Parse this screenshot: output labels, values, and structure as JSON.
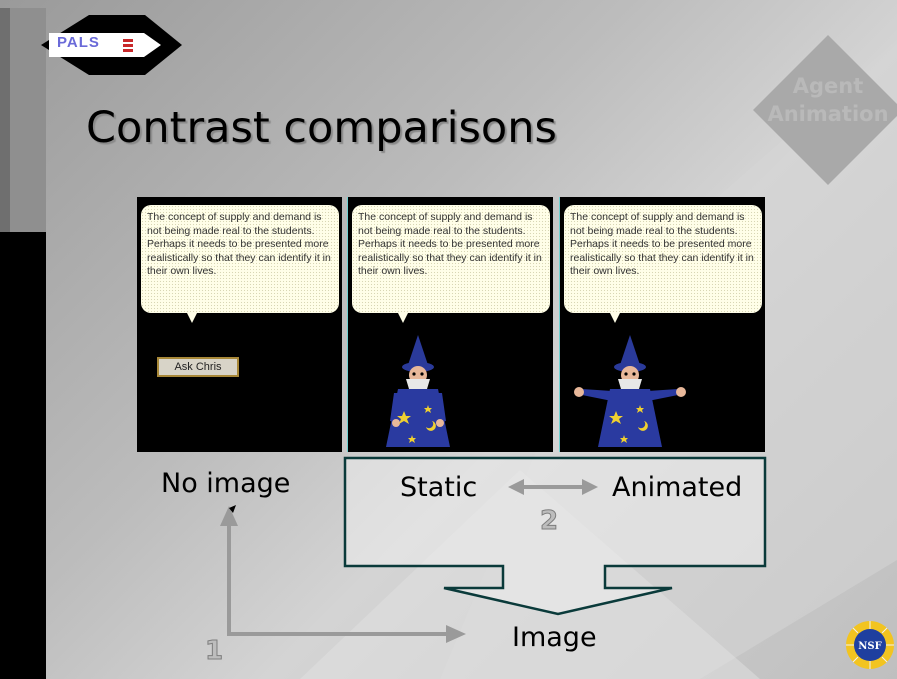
{
  "slide": {
    "title": "Contrast comparisons",
    "logo_text": "PALS",
    "badge_text": "Agent\nAnimation",
    "nsf_text": "NSF"
  },
  "panels": [
    {
      "text": "The concept of supply and demand is not being made real to the students. Perhaps it needs to be presented more realistically so that they can identify it in their own lives.",
      "button": "Ask Chris",
      "label": "No image"
    },
    {
      "text": "The concept of supply and demand is not being made real to the students. Perhaps it needs to be presented more realistically so that they can identify it in their own lives.",
      "label": "Static"
    },
    {
      "text": "The concept of supply and demand is not being made real to the students. Perhaps it needs to be presented more realistically so that they can identify it in their own lives.",
      "label": "Animated"
    }
  ],
  "diagram": {
    "image_label": "Image",
    "step_1": "1",
    "step_2": "2"
  },
  "colors": {
    "bubble": "#fffee8",
    "panel_border": "#6fd0d0",
    "arrow_grey": "#9a9a9a",
    "outline": "#0a3a3a"
  }
}
